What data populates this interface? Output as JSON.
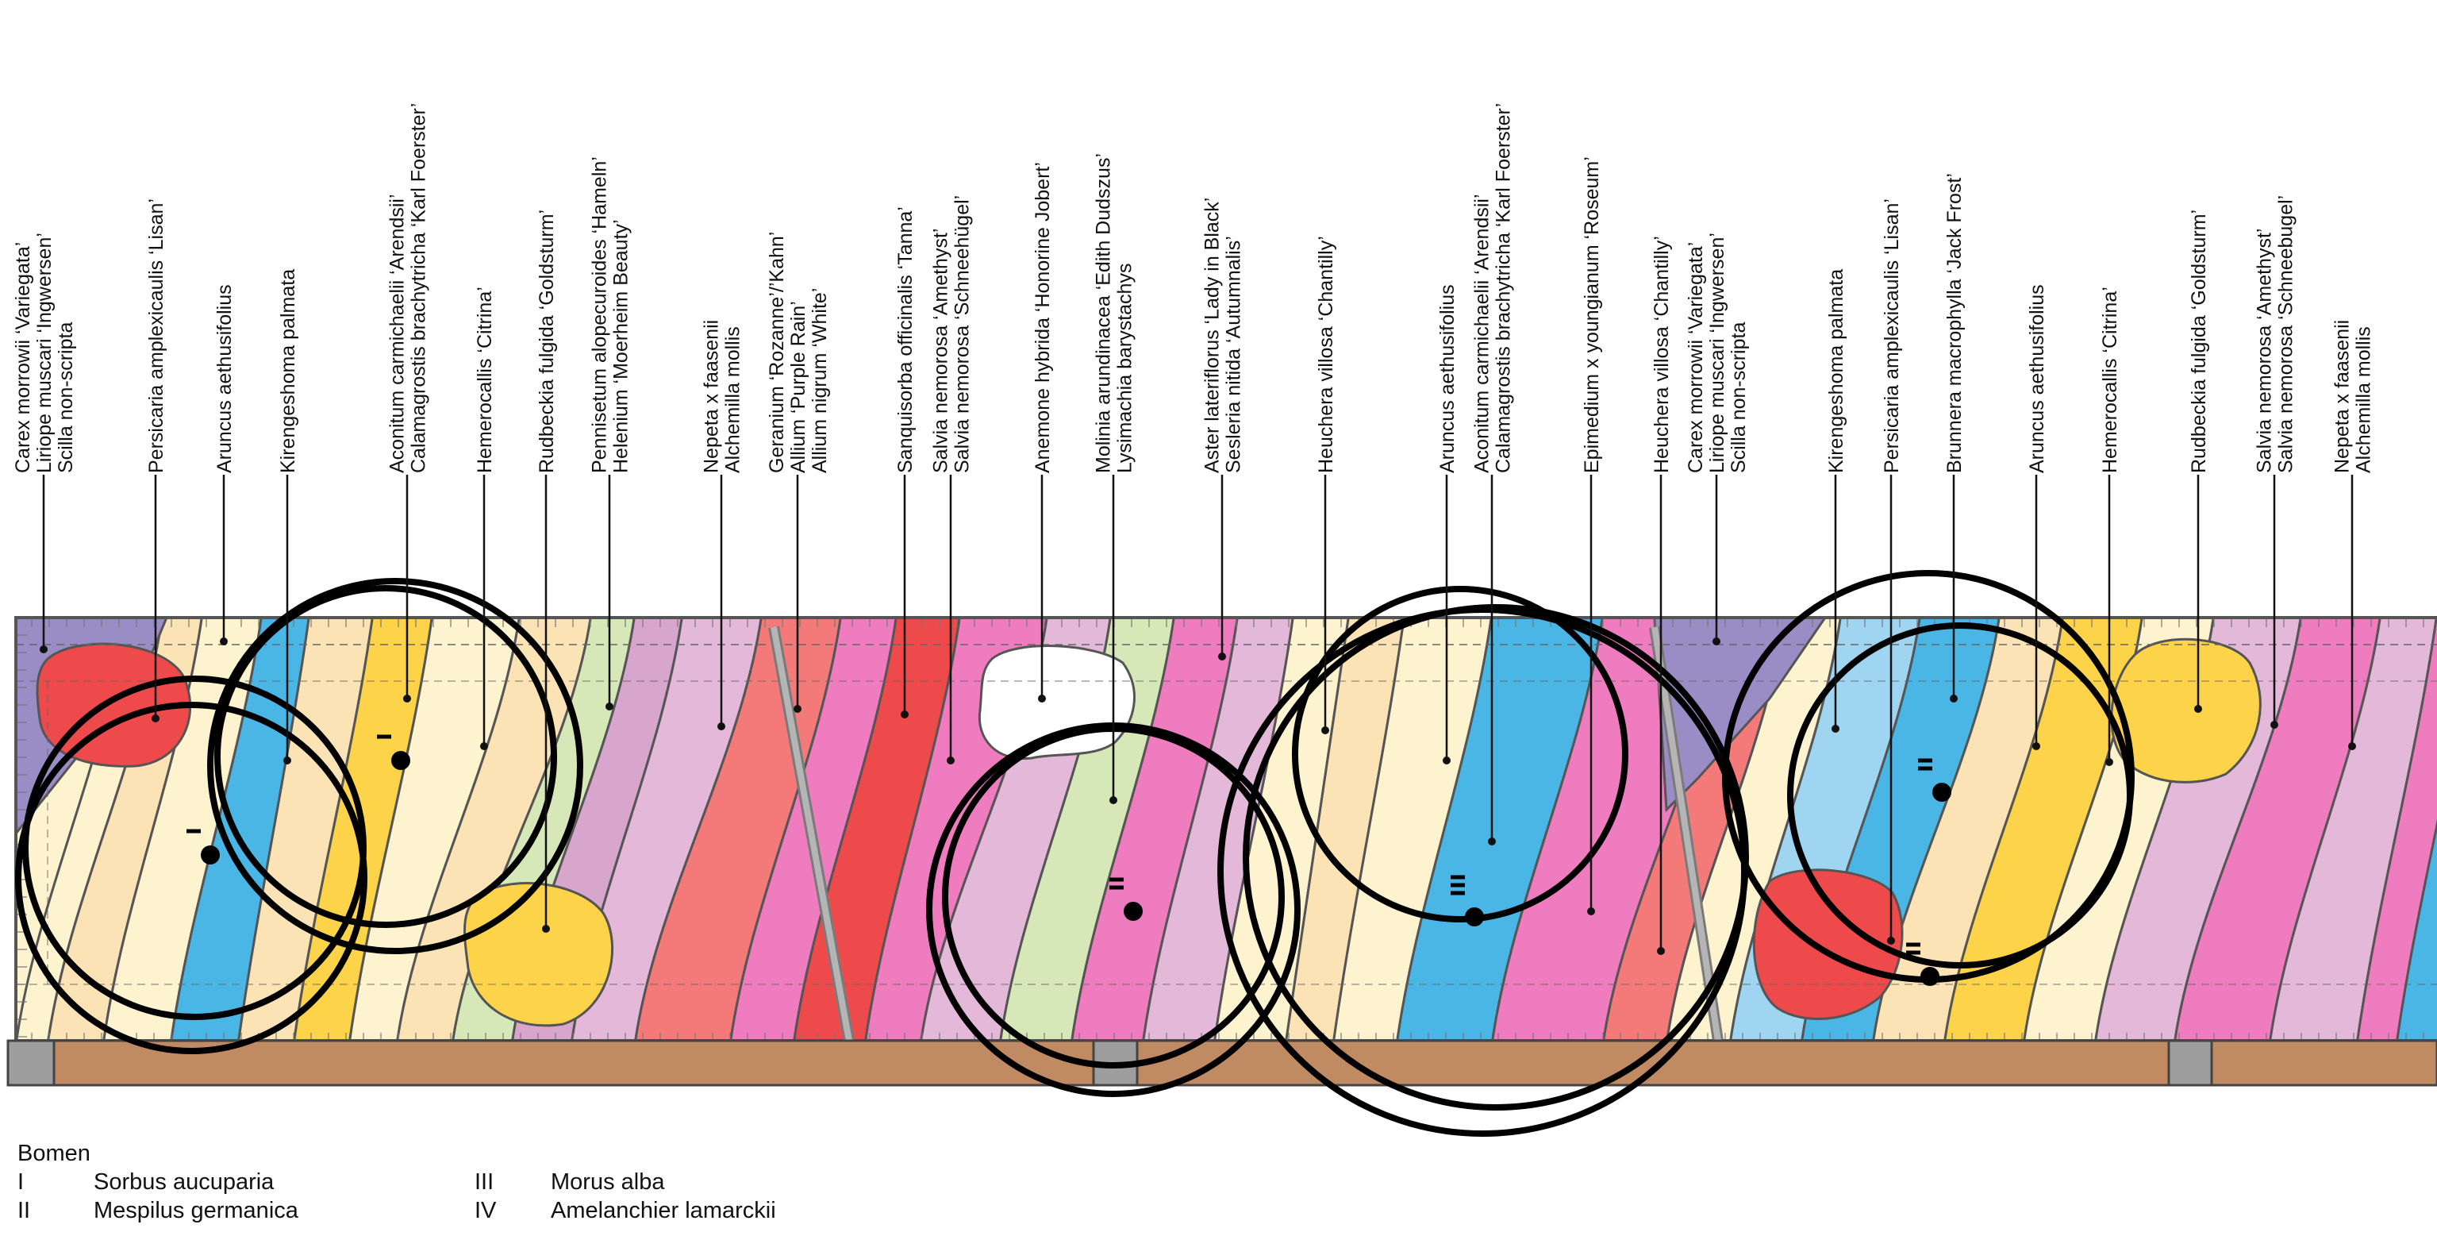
{
  "plant_labels": [
    {
      "id": "l1",
      "lines": [
        "Carex morrowii ‘Variegata’",
        "Liriope muscari ‘Ingwersen’",
        "Scilla non-scripta"
      ]
    },
    {
      "id": "l2",
      "lines": [
        "Persicaria amplexicaulis ‘Lisan’"
      ]
    },
    {
      "id": "l3",
      "lines": [
        "Aruncus aethusifolius"
      ]
    },
    {
      "id": "l4",
      "lines": [
        "Kirengeshoma palmata"
      ]
    },
    {
      "id": "l5",
      "lines": [
        "Aconitum carmichaelii ‘Arendsii’",
        "Calamagrostis brachytricha ‘Karl Foerster’"
      ]
    },
    {
      "id": "l6",
      "lines": [
        "Hemerocallis ‘Citrina’"
      ]
    },
    {
      "id": "l7",
      "lines": [
        "Rudbeckia fulgida ‘Goldsturm’"
      ]
    },
    {
      "id": "l8",
      "lines": [
        "Pennisetum alopecuroides ‘Hameln’",
        "Helenium ‘Moerheim Beauty’"
      ]
    },
    {
      "id": "l9",
      "lines": [
        "Nepeta x faasenii",
        "Alchemilla mollis"
      ]
    },
    {
      "id": "l10",
      "lines": [
        "Geranium ‘Rozanne’/’Kahn’",
        "Allium ‘Purple Rain’",
        "Allium nigrum ‘White’"
      ]
    },
    {
      "id": "l11",
      "lines": [
        "Sanquisorba officinalis ‘Tanna’"
      ]
    },
    {
      "id": "l12",
      "lines": [
        "Salvia nemorosa ‘Amethyst’",
        "Salvia nemorosa ‘Schneehügel’"
      ]
    },
    {
      "id": "l13",
      "lines": [
        "Anemone hybrida ‘Honorine Jobert’"
      ]
    },
    {
      "id": "l14",
      "lines": [
        "Molinia arundinacea ‘Edith Dudszus’",
        "Lysimachia barystachys"
      ]
    },
    {
      "id": "l15",
      "lines": [
        "Aster lateriflorus ‘Lady in Black’",
        "Sesleria nitida ‘Autumnalis’"
      ]
    },
    {
      "id": "l16",
      "lines": [
        "Heuchera villosa ‘Chantilly’"
      ]
    },
    {
      "id": "l17",
      "lines": [
        "Aruncus aethusifolius"
      ]
    },
    {
      "id": "l18",
      "lines": [
        "Aconitum carmichaelii ‘Arendsii’",
        "Calamagrostis brachytricha ‘Karl Foerster’"
      ]
    },
    {
      "id": "l19",
      "lines": [
        "Epimedium x youngianum ‘Roseum’"
      ]
    },
    {
      "id": "l20",
      "lines": [
        "Heuchera villosa ‘Chantilly’"
      ]
    },
    {
      "id": "l21",
      "lines": [
        "Carex morrowii ‘Variegata’",
        "Liriope muscari ‘Ingwersen’",
        "Scilla non-scripta"
      ]
    },
    {
      "id": "l22",
      "lines": [
        "Kirengeshoma palmata"
      ]
    },
    {
      "id": "l23",
      "lines": [
        "Persicaria amplexicaulis ‘Lisan’"
      ]
    },
    {
      "id": "l24",
      "lines": [
        "Brunnera macrophylla ‘Jack Frost’"
      ]
    },
    {
      "id": "l25",
      "lines": [
        "Aruncus aethusifolius"
      ]
    },
    {
      "id": "l26",
      "lines": [
        "Hemerocallis ‘Citrina’"
      ]
    },
    {
      "id": "l27",
      "lines": [
        "Rudbeckia fulgida ‘Goldsturm’"
      ]
    },
    {
      "id": "l28",
      "lines": [
        "Salvia nemorosa ‘Amethyst’",
        "Salvia nemorosa ‘Schneebugel’"
      ]
    },
    {
      "id": "l29",
      "lines": [
        "Nepeta x faasenii",
        "Alchemilla mollis"
      ]
    }
  ],
  "tree_markers": [
    {
      "id": "t1",
      "symbol": "I"
    },
    {
      "id": "t2",
      "symbol": "I"
    },
    {
      "id": "t3",
      "symbol": "II"
    },
    {
      "id": "t4",
      "symbol": "II"
    },
    {
      "id": "t5",
      "symbol": "III"
    },
    {
      "id": "t6",
      "symbol": "II"
    }
  ],
  "legend": {
    "title": "Bomen",
    "trees": [
      {
        "numeral": "I",
        "name": "Sorbus aucuparia"
      },
      {
        "numeral": "II",
        "name": "Mespilus germanica"
      },
      {
        "numeral": "III",
        "name": "Morus alba"
      },
      {
        "numeral": "IV",
        "name": "Amelanchier lamarckii"
      }
    ]
  },
  "colors": {
    "purple": "#9a8cc4",
    "red": "#ee4a4c",
    "yellow": "#fdd34a",
    "cream": "#fdf3cf",
    "blue": "#4ab6e6",
    "lightblue": "#9fd5f0",
    "green": "#d7e8b8",
    "mauve": "#d8a6cc",
    "pink": "#f07cc0",
    "salmon": "#f47a7a",
    "peach": "#fbe3b5",
    "lilac": "#e4b8d8",
    "soil": "#c08a62",
    "grey": "#9e9e9e"
  }
}
